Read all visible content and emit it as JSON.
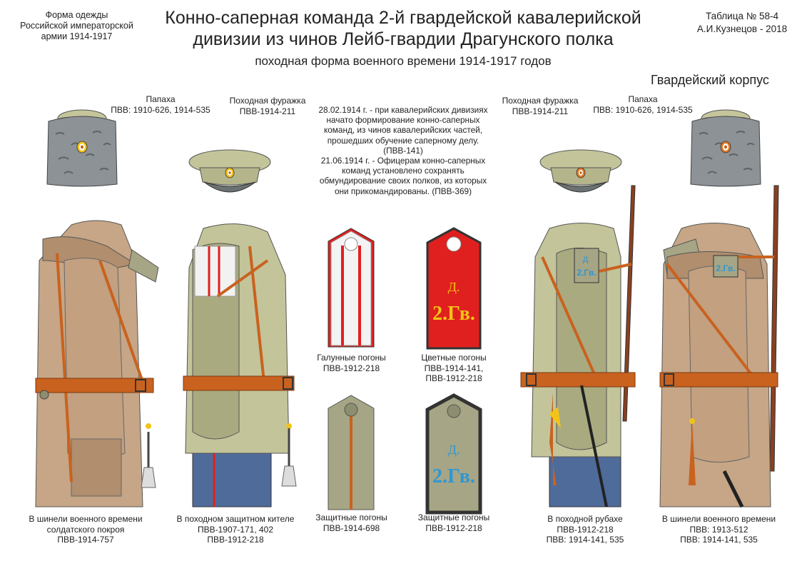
{
  "header": {
    "left": [
      "Форма одежды",
      "Российской императорской",
      "армии  1914-1917"
    ],
    "title": [
      "Конно-саперная команда 2-й гвардейской кавалерийской",
      "дивизии из чинов Лейб-гвардии Драгунского полка"
    ],
    "subtitle": "походная форма военного времени 1914-1917 годов",
    "right": [
      "Таблица № 58-4",
      "А.И.Кузнецов - 2018"
    ],
    "corps": "Гвардейский корпус"
  },
  "headgear": {
    "papakha_left": [
      "Папаха",
      "ПВВ: 1910-626, 1914-535"
    ],
    "cap_left": [
      "Походная фуражка",
      "ПВВ-1914-211"
    ],
    "cap_right": [
      "Походная фуражка",
      "ПВВ-1914-211"
    ],
    "papakha_right": [
      "Папаха",
      "ПВВ: 1910-626, 1914-535"
    ]
  },
  "note": [
    "28.02.1914 г. - при кавалерийских дивизиях",
    "начато формирование конно-саперных",
    "команд, из чинов кавалерийских частей,",
    "прошедших обучение саперному делу. (ПВВ-141)",
    "21.06.1914 г. - Офицерам конно-саперных",
    "команд установлено сохранять",
    "обмундирование своих полков, из которых",
    "они прикомандированы. (ПВВ-369)"
  ],
  "shoulder_boards": {
    "marking_top": "Д.",
    "marking_bottom": "2.Гв.",
    "galloon": [
      "Галунные погоны",
      "ПВВ-1912-218"
    ],
    "colored": [
      "Цветные погоны",
      "ПВВ-1914-141,",
      "ПВВ-1912-218"
    ],
    "protective_1": [
      "Защитные погоны",
      "ПВВ-1914-698"
    ],
    "protective_2": [
      "Защитные  погоны",
      "ПВВ-1912-218"
    ]
  },
  "figures": {
    "fig1": [
      "В шинели военного времени",
      "солдатского покроя",
      "ПВВ-1914-757"
    ],
    "fig2": [
      "В походном защитном кителе",
      "ПВВ-1907-171, 402",
      "ПВВ-1912-218"
    ],
    "fig3": [
      "В походной рубахе",
      "ПВВ-1912-218",
      "ПВВ: 1914-141, 535"
    ],
    "fig4": [
      "В шинели военного времени",
      "ПВВ: 1913-512",
      "ПВВ: 1914-141, 535"
    ]
  },
  "colors": {
    "greatcoat": "#c6a686",
    "greatcoat_shade": "#b08e6e",
    "tunic": "#c3c49a",
    "tunic_shade": "#a9aa80",
    "belt": "#c9621f",
    "trousers": "#4f6b9a",
    "board_red": "#e0201e",
    "board_khaki": "#a6a585",
    "marking_yellow": "#f2c318",
    "marking_blue": "#2f97d3",
    "papakha": "#8d9297"
  }
}
